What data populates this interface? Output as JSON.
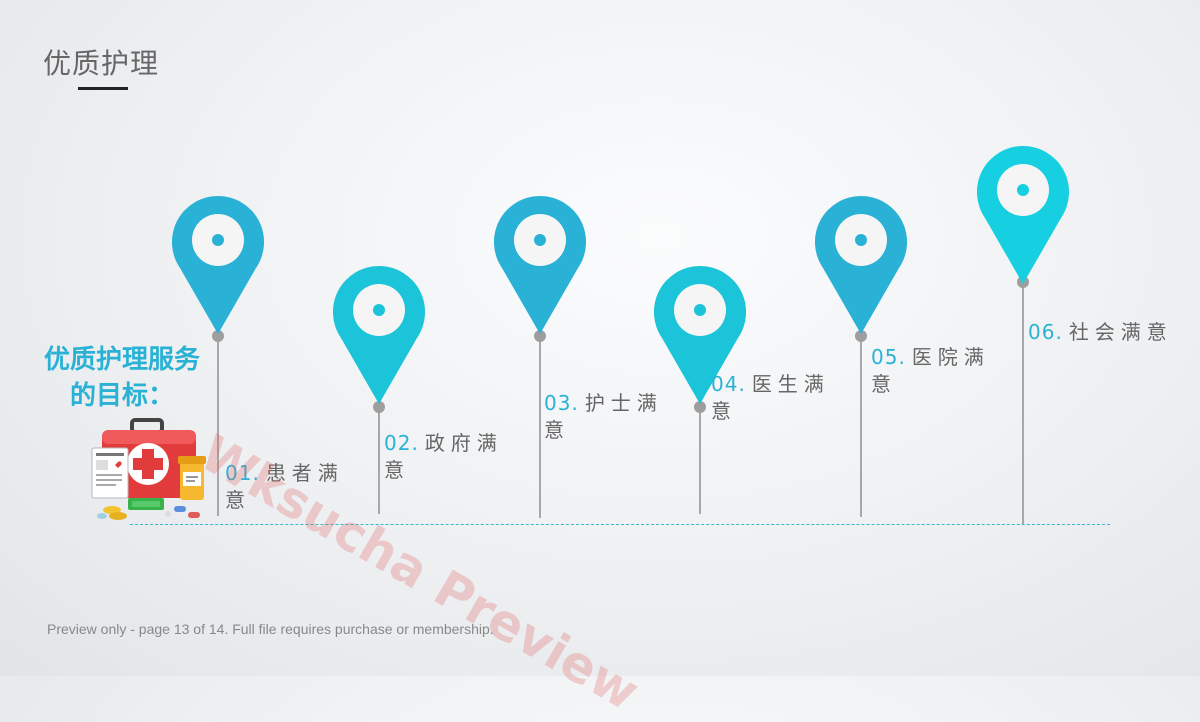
{
  "slide": {
    "title": "优质护理"
  },
  "goal": {
    "heading": "优质护理服务的目标："
  },
  "milestones": [
    {
      "number": "01.",
      "label": "患者满意",
      "color": "#2ab2d6"
    },
    {
      "number": "02.",
      "label": "政府满意",
      "color": "#1bc4d8"
    },
    {
      "number": "03.",
      "label": "护士满意",
      "color": "#2ab2d6"
    },
    {
      "number": "04.",
      "label": "医生满意",
      "color": "#1bc4d8"
    },
    {
      "number": "05.",
      "label": "医院满意",
      "color": "#2ab2d6"
    },
    {
      "number": "06.",
      "label": "社会满意",
      "color": "#16cfe0"
    }
  ],
  "icons": {
    "milestone_marker": "map-pin-icon",
    "illustration": "first-aid-kit-icon"
  },
  "watermark": "Wksucha Preview",
  "footer": {
    "note": "Preview only - page 13 of 14. Full file requires purchase or membership."
  }
}
